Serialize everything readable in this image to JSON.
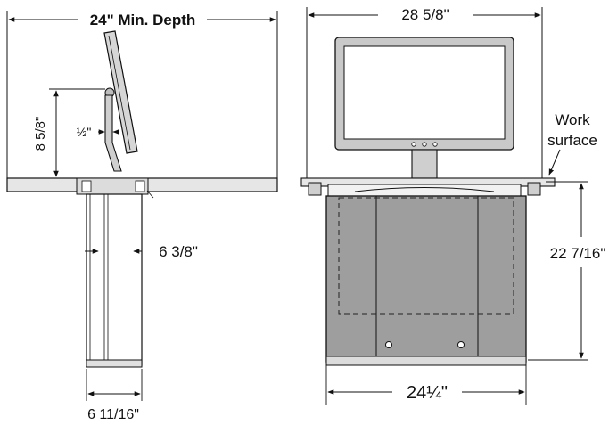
{
  "dimensions": {
    "min_depth": "24\" Min. Depth",
    "monitor_height": "8 5/8\"",
    "tilt_offset": "½\"",
    "mount_depth": "6 3/8\"",
    "base_width": "6 11/16\"",
    "frame_width": "28 5/8\"",
    "cabinet_height": "22 7/16\"",
    "cabinet_width": "24¼\""
  },
  "labels": {
    "work_surface_line1": "Work",
    "work_surface_line2": "surface"
  }
}
